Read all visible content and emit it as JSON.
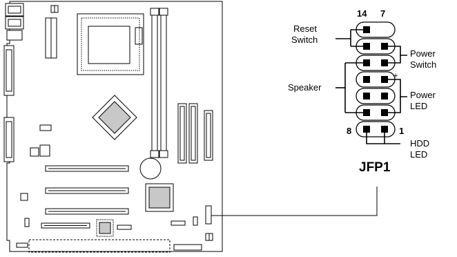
{
  "header": {
    "title": "JFP1",
    "pin_top_left": "14",
    "pin_top_right": "7",
    "pin_bottom_left": "8",
    "pin_bottom_right": "1",
    "plus_sign": "+"
  },
  "labels": {
    "reset_line1": "Reset",
    "reset_line2": "Switch",
    "power_switch_line1": "Power",
    "power_switch_line2": "Switch",
    "speaker": "Speaker",
    "power_led_line1": "Power",
    "power_led_line2": "LED",
    "hdd_led_line1": "HDD",
    "hdd_led_line2": "LED"
  },
  "colors": {
    "line": "#000000",
    "chip_fill": "#c8c8c8",
    "background": "#ffffff"
  }
}
